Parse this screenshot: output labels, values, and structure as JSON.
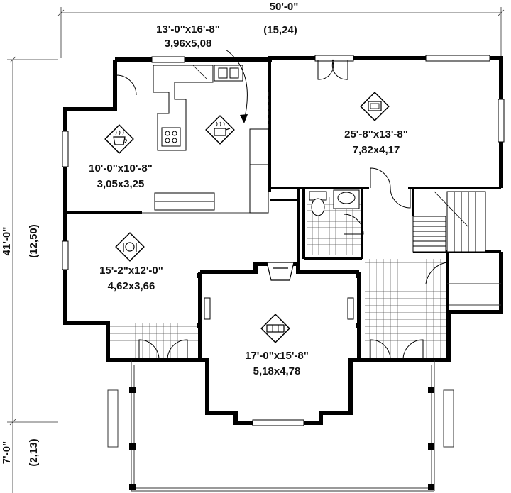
{
  "dimensions": {
    "overall_width_imperial": "50'-0\"",
    "overall_width_metric": "(15,24)",
    "main_depth_imperial": "41'-0\"",
    "main_depth_metric": "(12,50)",
    "porch_depth_imperial": "7'-0\"",
    "porch_depth_metric": "(2,13)"
  },
  "rooms": [
    {
      "id": "kitchen",
      "size_imperial": "13'-0\"x16'-8\"",
      "size_metric": "3,96x5,08",
      "icon": "cooking-pot-icon"
    },
    {
      "id": "breakfast-nook",
      "size_imperial": "10'-0\"x10'-8\"",
      "size_metric": "3,05x3,25",
      "icon": "coffee-cup-icon"
    },
    {
      "id": "family-room",
      "size_imperial": "25'-8\"x13'-8\"",
      "size_metric": "7,82x4,17",
      "icon": "television-icon"
    },
    {
      "id": "dining-room",
      "size_imperial": "15'-2\"x12'-0\"",
      "size_metric": "4,62x3,66",
      "icon": "plate-fork-knife-icon"
    },
    {
      "id": "living-room",
      "size_imperial": "17'-0\"x15'-8\"",
      "size_metric": "5,18x4,78",
      "icon": "sofa-icon"
    }
  ],
  "colors": {
    "wall": "#000000",
    "line": "#222222",
    "background": "#ffffff"
  }
}
